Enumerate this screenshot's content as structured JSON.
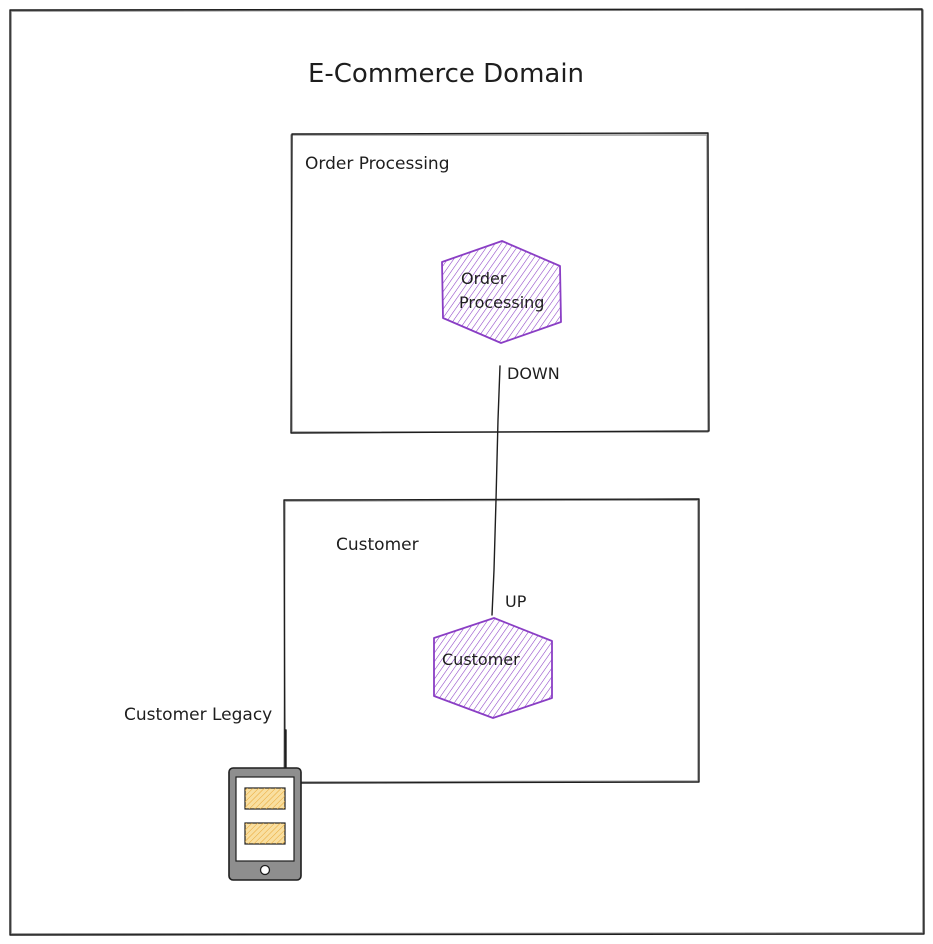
{
  "diagram": {
    "title": "E-Commerce Domain",
    "contexts": [
      {
        "name": "Order Processing",
        "node_lines": [
          "Order",
          "Processing"
        ],
        "relation_role": "DOWN"
      },
      {
        "name": "Customer",
        "node_lines": [
          "Customer"
        ],
        "relation_role": "UP"
      }
    ],
    "external_system": {
      "label": "Customer Legacy",
      "icon": "mobile-device-icon"
    },
    "colors": {
      "line": "#1e1e1e",
      "node_fill": "#8a3ec5",
      "node_stroke": "#8a3ec5",
      "device_body": "#8e8e8e",
      "device_screen": "#ffffff",
      "device_cards": "#f4b642"
    }
  }
}
